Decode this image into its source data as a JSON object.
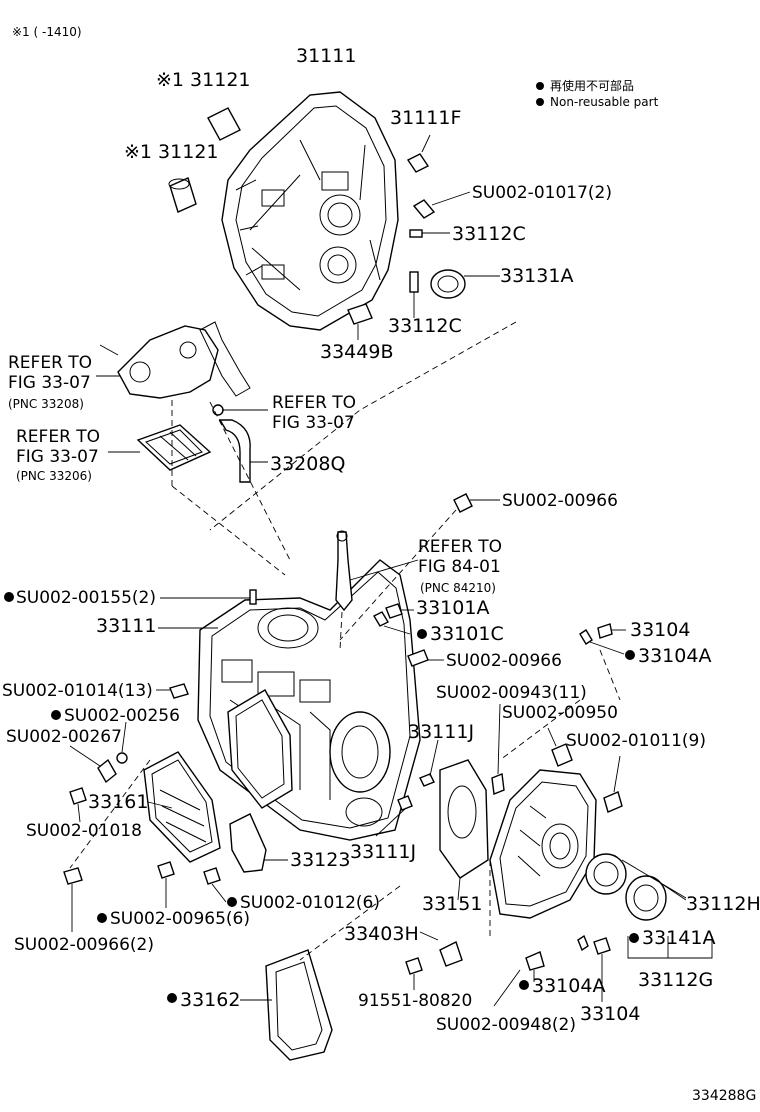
{
  "header": {
    "note": "※1 (      -1410)"
  },
  "legend": {
    "jp": "再使用不可部品",
    "en": "Non-reusable part"
  },
  "footer": {
    "code": "334288G"
  },
  "labels": {
    "p31111_top": "31111",
    "p31121_a": "※1 31121",
    "p31121_b": "※1 31121",
    "p31111F": "31111F",
    "su0201017": "SU002-01017(2)",
    "p33112C_a": "33112C",
    "p33131A": "33131A",
    "p33112C_b": "33112C",
    "p33449B": "33449B",
    "refer1_a": "REFER TO",
    "refer1_b": "FIG 33-07",
    "refer1_c": "(PNC 33208)",
    "refer2_a": "REFER TO",
    "refer2_b": "FIG 33-07",
    "refer3_a": "REFER TO",
    "refer3_b": "FIG 33-07",
    "refer3_c": "(PNC 33206)",
    "p33208Q": "33208Q",
    "su0200966_a": "SU002-00966",
    "refer4_a": "REFER TO",
    "refer4_b": "FIG 84-01",
    "refer4_c": "(PNC 84210)",
    "su0200155": "SU002-00155(2)",
    "p33101A": "33101A",
    "p33111_mid": "33111",
    "p33101C": "33101C",
    "p33104_a": "33104",
    "p33104A_a": "33104A",
    "su0200966_b": "SU002-00966",
    "su0201014": "SU002-01014(13)",
    "su0200943": "SU002-00943(11)",
    "su0200256": "SU002-00256",
    "su0200950": "SU002-00950",
    "su0200267": "SU002-00267",
    "p33111J_a": "33111J",
    "su0201011": "SU002-01011(9)",
    "p33161": "33161",
    "su0201018": "SU002-01018",
    "p33123": "33123",
    "p33111J_b": "33111J",
    "p33112H": "33112H",
    "p33151": "33151",
    "su0201012": "SU002-01012(6)",
    "su0200965": "SU002-00965(6)",
    "p33403H": "33403H",
    "p33141A": "33141A",
    "su0200966_2": "SU002-00966(2)",
    "p33112G": "33112G",
    "p33104A_b": "33104A",
    "p33162": "33162",
    "p9155180820": "91551-80820",
    "su0200948": "SU002-00948(2)",
    "p33104_b": "33104"
  }
}
